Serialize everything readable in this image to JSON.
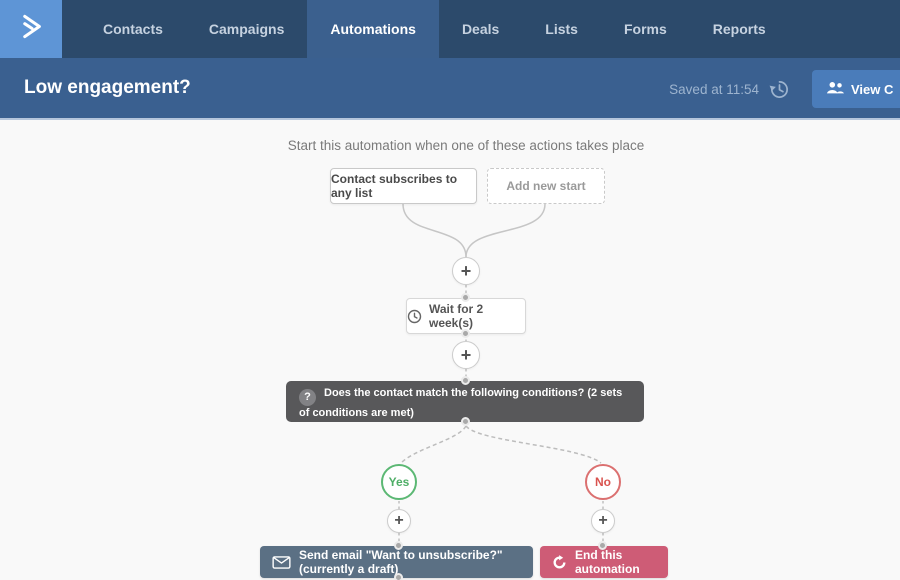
{
  "nav": {
    "logo_name": "activecampaign-logo",
    "items": [
      "Contacts",
      "Campaigns",
      "Automations",
      "Deals",
      "Lists",
      "Forms",
      "Reports"
    ],
    "active_item": "Automations"
  },
  "header": {
    "title": "Low engagement?",
    "saved_status": "Saved at 11:54",
    "view_button_label": "View C"
  },
  "canvas": {
    "caption": "Start this automation when one of these actions takes place",
    "start_trigger_label": "Contact subscribes to any list",
    "add_new_start_label": "Add new start",
    "wait_label": "Wait for 2 week(s)",
    "condition_label": "Does the contact match the following conditions? (2 sets of conditions are met)",
    "condition_icon_glyph": "?",
    "yes_label": "Yes",
    "no_label": "No",
    "send_email_label": "Send email \"Want to unsubscribe?\" (currently a draft)",
    "end_label": "End this automation",
    "plus_glyph": "+"
  },
  "colors": {
    "nav_bg": "#2c4a6b",
    "nav_active_bg": "#3b608e",
    "logo_bg": "#5e95d6",
    "header_bg": "#3a6090",
    "saved_text": "#9db4cf",
    "view_button_bg": "#4a7cba",
    "canvas_bg": "#f9f9f9",
    "condition_box_bg": "#58585a",
    "send_email_box_bg": "#5b7084",
    "end_box_bg": "#ce5c76",
    "yes_green": "#5cb874",
    "no_red": "#d9534f",
    "connector_grey": "#c6c6c6"
  }
}
